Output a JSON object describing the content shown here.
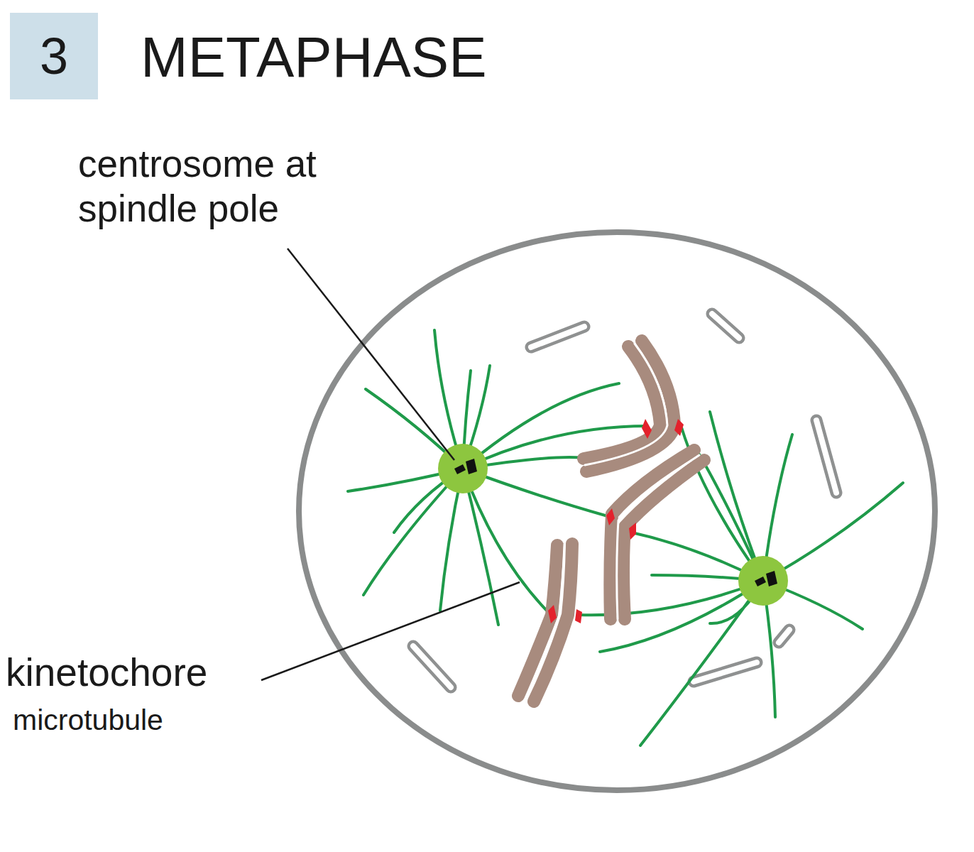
{
  "diagram": {
    "title": "METAPHASE",
    "nodes": [
      {
        "text": [
          "3"
        ]
      }
    ],
    "labels": [
      "centrosome at spindle pole",
      "kinetochore",
      "microtubule"
    ]
  }
}
